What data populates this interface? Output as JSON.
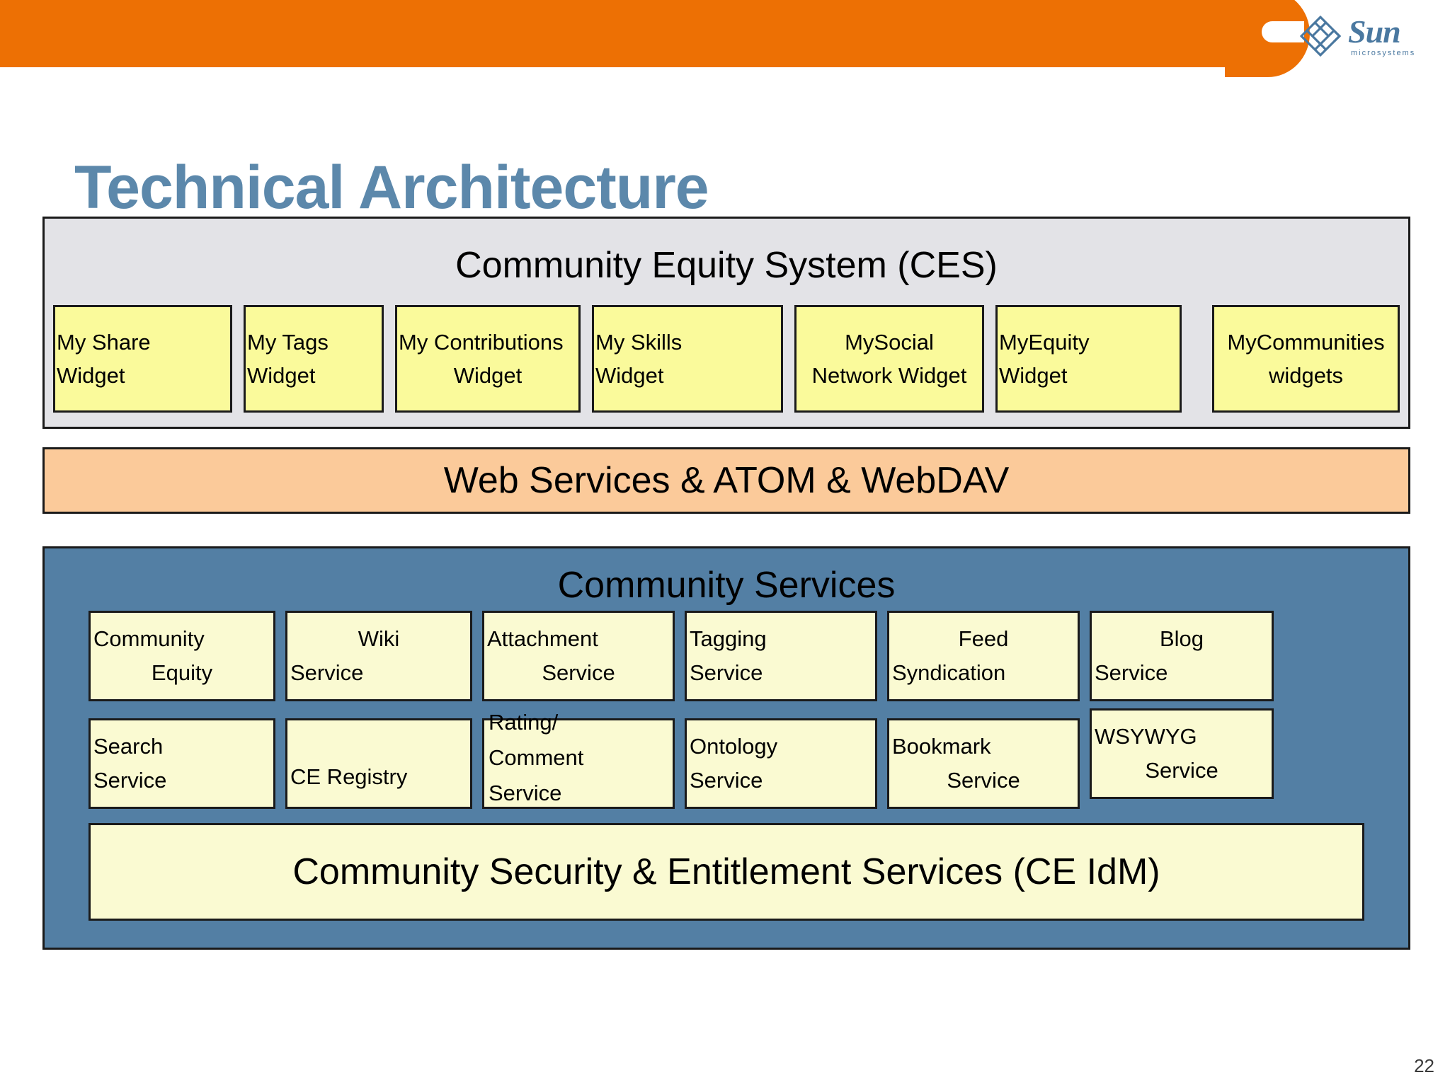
{
  "slide": {
    "title": "Technical Architecture",
    "page_number": "22",
    "brand": {
      "logo_word": "Sun",
      "logo_sub": "microsystems",
      "header_color": "#ED7004",
      "title_color": "#5C88AB",
      "logo_color": "#4A78A0"
    }
  },
  "ces_layer": {
    "title": "Community Equity System (CES)",
    "bg_color": "#E3E3E7",
    "widget_fill": "#FAFA9B",
    "widgets": [
      {
        "line1": "My Share",
        "line2": "Widget"
      },
      {
        "line1": "My Tags",
        "line2": "Widget"
      },
      {
        "line1": "My Contributions",
        "line2": "Widget"
      },
      {
        "line1": "My Skills",
        "line2": "Widget"
      },
      {
        "line1": "MySocial",
        "line2": "Network Widget"
      },
      {
        "line1": "MyEquity",
        "line2": "Widget"
      },
      {
        "line1": "MyCommunities",
        "line2": "widgets"
      }
    ]
  },
  "web_services_layer": {
    "title": "Web Services & ATOM & WebDAV",
    "bg_color": "#FBCA9A"
  },
  "community_services_layer": {
    "title": "Community Services",
    "bg_color": "#537FA4",
    "box_fill": "#FAFAD2",
    "row1": [
      {
        "line1": "Community",
        "line2": "Equity"
      },
      {
        "line1": "Wiki",
        "line2": "Service"
      },
      {
        "line1": "Attachment",
        "line2": "Service"
      },
      {
        "line1": "Tagging",
        "line2": "Service"
      },
      {
        "line1": "Feed",
        "line2": "Syndication"
      },
      {
        "line1": "Blog",
        "line2": "Service"
      }
    ],
    "row2": [
      {
        "line1": "Search",
        "line2": "Service"
      },
      {
        "line1": "CE Registry",
        "line2": ""
      },
      {
        "line1": "Rating/",
        "line2": "Comment",
        "line3": "Service"
      },
      {
        "line1": "Ontology",
        "line2": "Service"
      },
      {
        "line1": "Bookmark",
        "line2": "Service"
      },
      {
        "line1": "WSYWYG",
        "line2": "Service"
      }
    ],
    "security_band": {
      "title": "Community Security & Entitlement Services (CE IdM)"
    }
  }
}
